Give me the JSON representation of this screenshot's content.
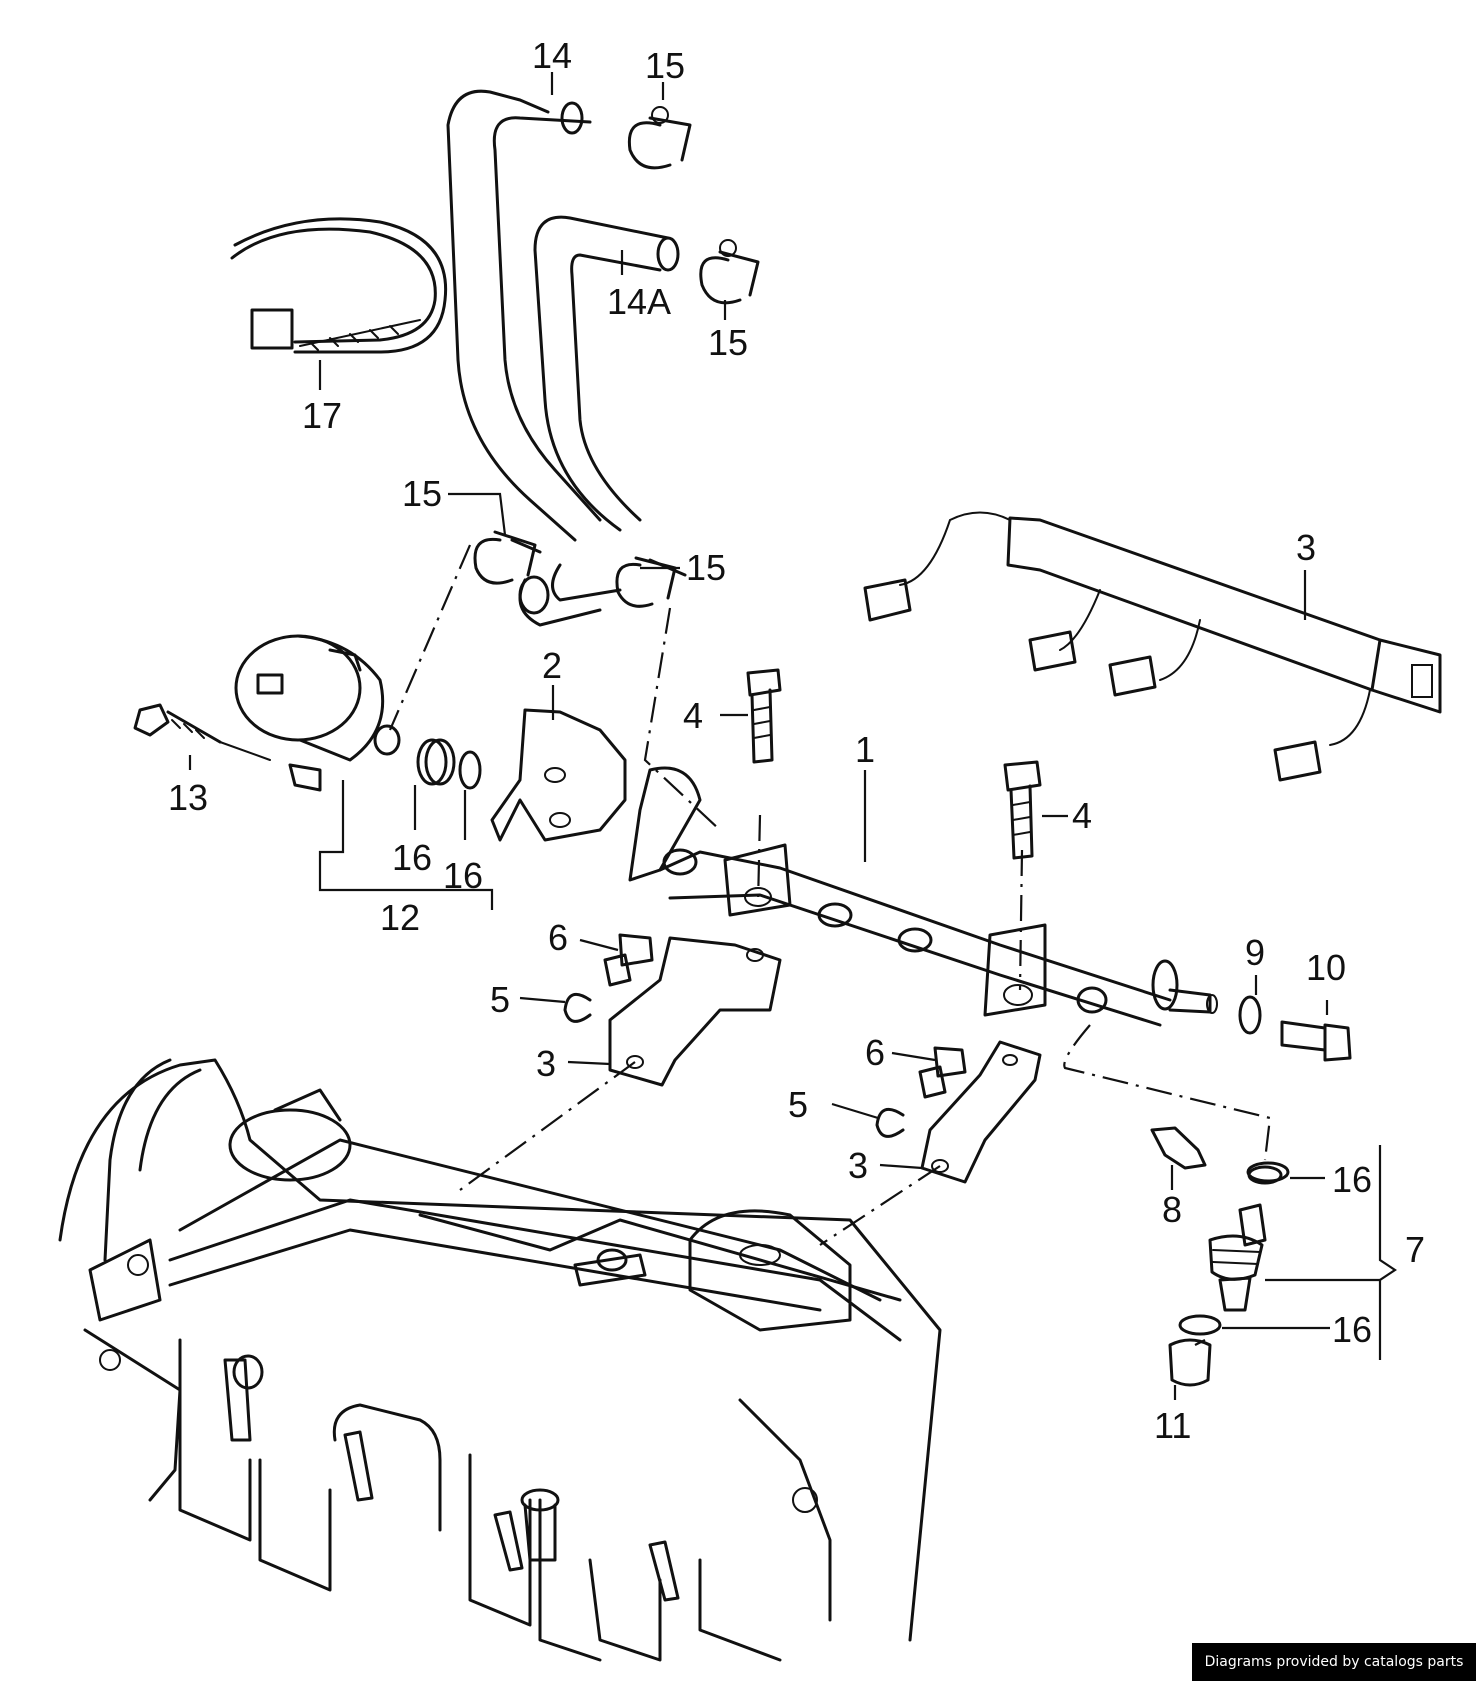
{
  "callouts": {
    "c14": "14",
    "c14a": "14A",
    "c15_top": "15",
    "c15_mid": "15",
    "c15_left": "15",
    "c15_right": "15",
    "c17": "17",
    "c3_harness": "3",
    "c2": "2",
    "c4_left": "4",
    "c4_right": "4",
    "c1": "1",
    "c13": "13",
    "c16_a": "16",
    "c16_b": "16",
    "c12": "12",
    "c6_left": "6",
    "c5_left": "5",
    "c3_left": "3",
    "c9": "9",
    "c10": "10",
    "c6_right": "6",
    "c5_right": "5",
    "c3_right": "3",
    "c8": "8",
    "c16_c": "16",
    "c7": "7",
    "c16_d": "16",
    "c11": "11"
  },
  "footer": {
    "credit": "Diagrams provided by catalogs parts"
  }
}
